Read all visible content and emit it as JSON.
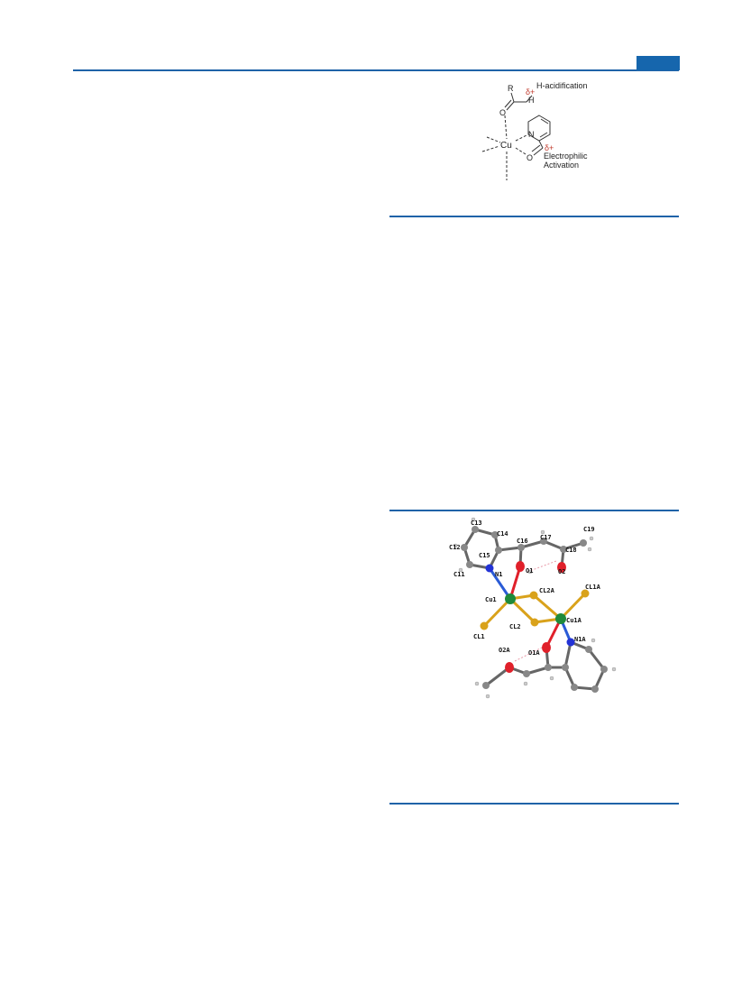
{
  "scheme": {
    "r_label": "R",
    "delta_top": "δ+",
    "h_label": "H",
    "h_acidification": "H-acidification",
    "o_top": "O",
    "n_label": "N",
    "cu_label": "Cu",
    "delta_right": "δ+",
    "o_bottom": "O",
    "electrophilic_line1": "Electrophilic",
    "electrophilic_line2": "Activation"
  },
  "crystal": {
    "labels": {
      "c13": "C13",
      "c14": "C14",
      "c12": "C12",
      "c16": "C16",
      "c17": "C17",
      "c19": "C19",
      "c18": "C18",
      "c15": "C15",
      "o1": "O1",
      "o2": "O2",
      "c11": "C11",
      "n1": "N1",
      "cl2a": "CL2A",
      "cl1a": "CL1A",
      "cu1": "Cu1",
      "cu1a": "Cu1A",
      "cl2": "CL2",
      "n1a": "N1A",
      "cl1": "CL1",
      "o2a": "O2A",
      "o1a": "O1A"
    }
  },
  "colors": {
    "accent": "#1666ad",
    "cu": "#1f8a3a",
    "cl": "#d9a21b",
    "o": "#e0202a",
    "n": "#2333d6",
    "c": "#777777"
  }
}
